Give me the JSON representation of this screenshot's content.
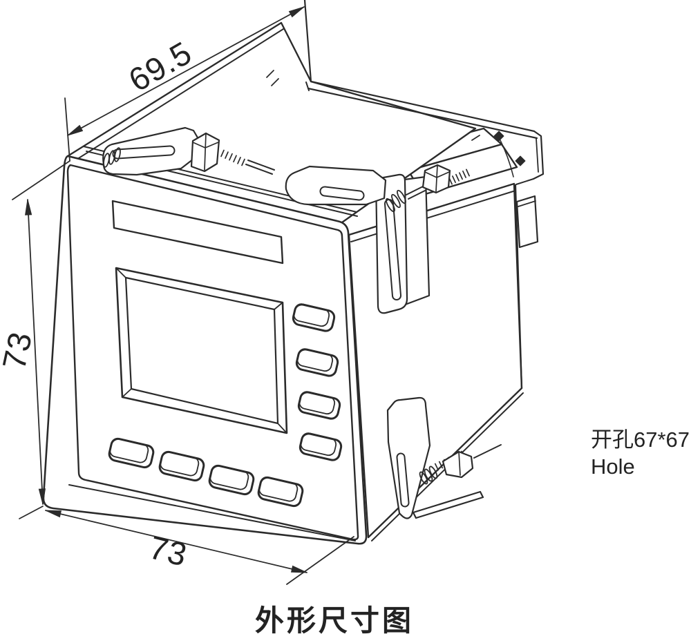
{
  "drawing": {
    "caption": "外形尺寸图",
    "dimension_depth": "69.5",
    "dimension_height": "73",
    "dimension_width": "73",
    "hole_note_cn": "开孔67*67",
    "hole_note_en": "Hole"
  },
  "colors": {
    "line": "#2b2b2b",
    "background": "#ffffff"
  }
}
